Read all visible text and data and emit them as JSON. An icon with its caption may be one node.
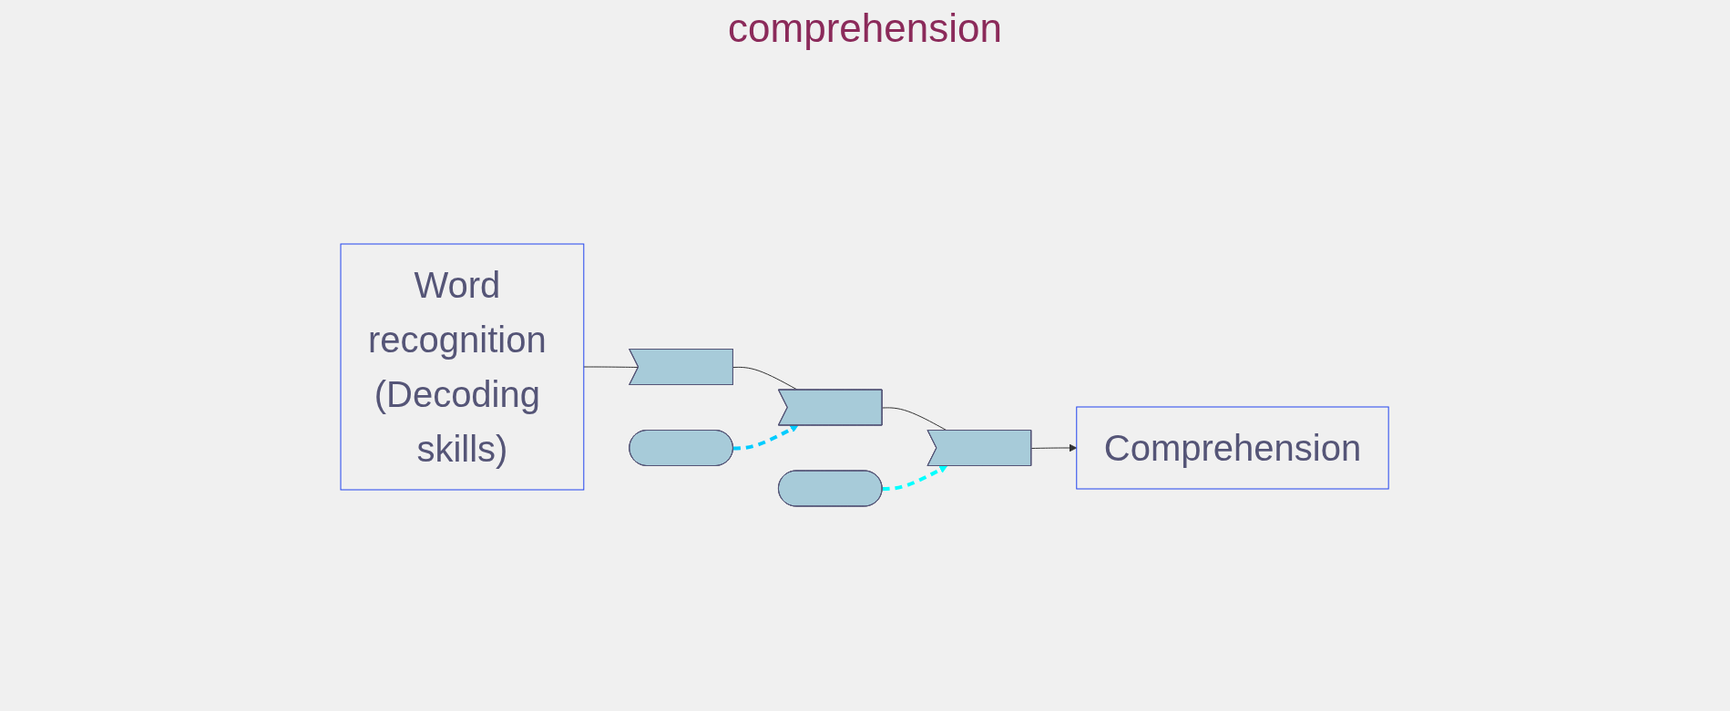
{
  "diagram": {
    "nodes": [
      {
        "text": [
          "Word recognition (Decoding skills)"
        ]
      },
      {
        "text": [],
        "shape": "arrow"
      },
      {
        "text": [],
        "shape": "arrow"
      },
      {
        "text": [],
        "shape": "arrow"
      },
      {
        "text": [
          "Comprehension"
        ]
      },
      {
        "text": [],
        "shape": "ellipse"
      },
      {
        "text": [],
        "shape": "ellipse"
      }
    ],
    "edges": [
      {
        "from": 0,
        "to": 1,
        "arrow": "none"
      },
      {
        "from": 1,
        "to": 2,
        "arrow": "none"
      },
      {
        "from": 2,
        "to": 3,
        "arrow": "none"
      },
      {
        "from": 3,
        "to": 4,
        "arrow": "to"
      },
      {
        "from": 5,
        "to": 2,
        "arrow": "to",
        "style": "dashed",
        "color": "#00ccff"
      },
      {
        "from": 6,
        "to": 3,
        "arrow": "to",
        "style": "dashed",
        "color": "#00ffff"
      }
    ],
    "labels": [
      "comprehension"
    ]
  }
}
